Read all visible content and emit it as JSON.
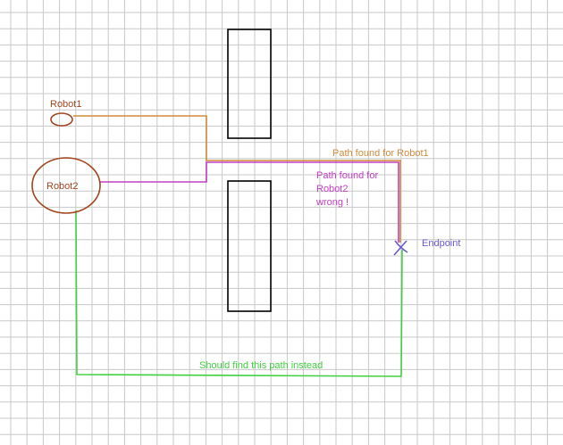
{
  "diagram": {
    "labels": {
      "robot1": "Robot1",
      "robot2": "Robot2",
      "path_robot1": "Path found for Robot1",
      "path_robot2_line1": "Path found for",
      "path_robot2_line2": "Robot2",
      "path_robot2_line3": "wrong !",
      "endpoint": "Endpoint",
      "suggested_path": "Should find this path instead"
    },
    "colors": {
      "background": "#ffffff",
      "grid": "#c8c8c8",
      "robot": "#a0461e",
      "robot1_path": "#d08c3c",
      "robot2_path": "#c040c0",
      "suggested_path": "#40d040",
      "endpoint": "#6a5acd",
      "obstacle": "#000000"
    }
  }
}
